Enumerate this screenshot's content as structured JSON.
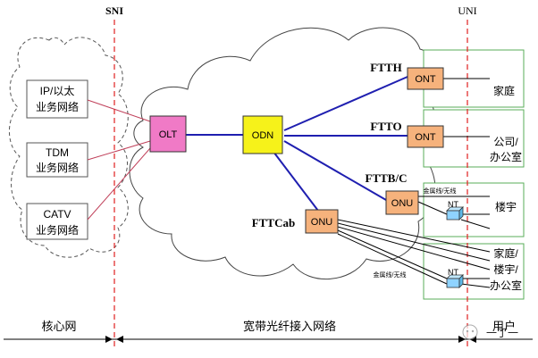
{
  "interfaces": {
    "sni": "SNI",
    "uni": "UNI"
  },
  "core_networks": {
    "ip": [
      "IP/以太",
      "业务网络"
    ],
    "tdm": [
      "TDM",
      "业务网络"
    ],
    "catv": [
      "CATV",
      "业务网络"
    ]
  },
  "nodes": {
    "olt": "OLT",
    "odn": "ODN",
    "ont_ftth": "ONT",
    "ont_ftto": "ONT",
    "onu_fttb": "ONU",
    "onu_fttcab": "ONU",
    "nt_fttb": "NT",
    "nt_fttcab": "NT"
  },
  "access_types": {
    "ftth": "FTTH",
    "ftto": "FTTO",
    "fttb": "FTTB/C",
    "fttcab": "FTTCab"
  },
  "user_premises": {
    "ftth": [
      "家庭"
    ],
    "ftto": [
      "公司/",
      "办公室"
    ],
    "fttb": [
      "楼宇"
    ],
    "fttcab": [
      "家庭/",
      "楼宇/",
      "办公室"
    ]
  },
  "link_labels": {
    "fttb": "金属线/无线",
    "fttcab": "金属线/无线"
  },
  "bottom": {
    "core": "核心网",
    "access": "宽带光纤接入网络",
    "user": "用户"
  },
  "watermark": "一丁一",
  "colors": {
    "fiber": "#1f1fb0",
    "olt_fill": "#f07ac6",
    "odn_fill": "#f6f21a",
    "ont_fill": "#f6b27c",
    "premises_border": "#5aae5a",
    "divider": "#e02020",
    "core_link": "#c0405a"
  }
}
